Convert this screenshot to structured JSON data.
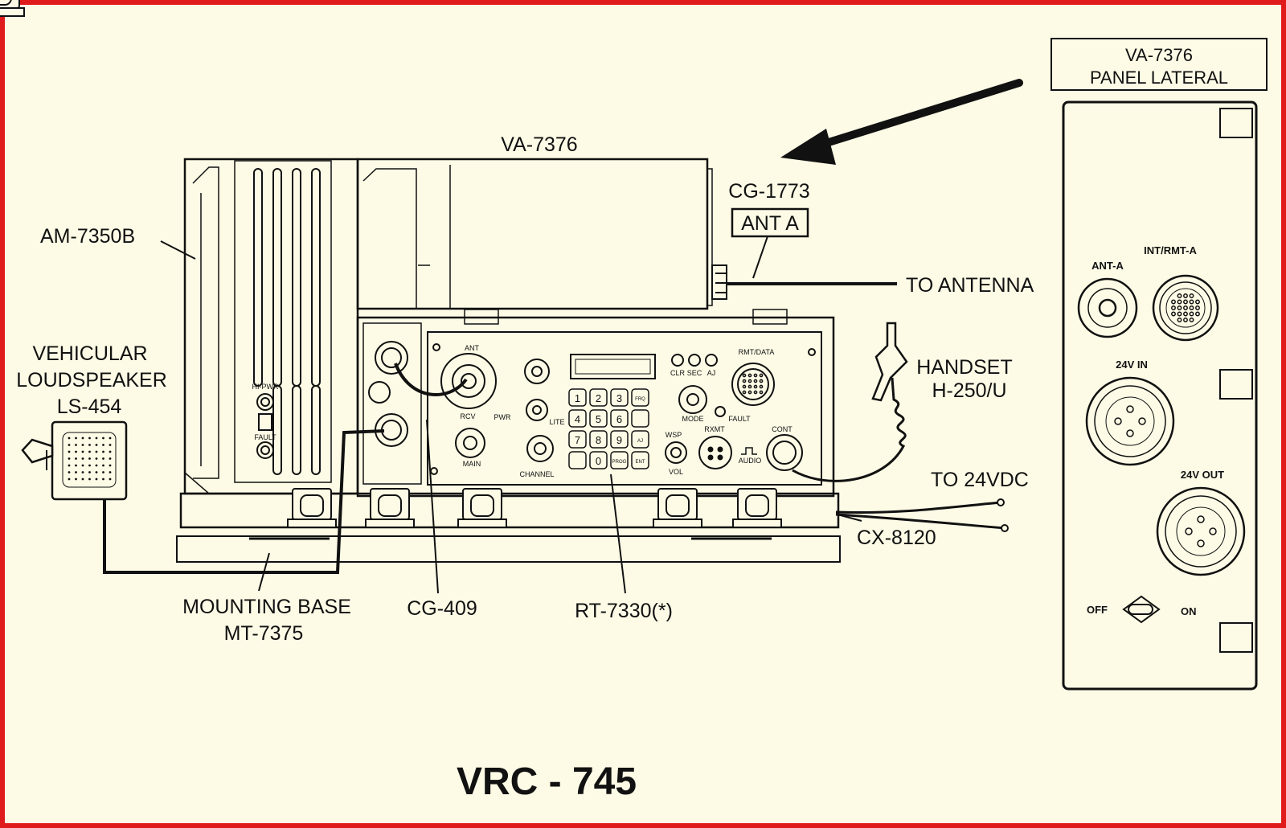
{
  "title": "VRC - 745",
  "colors": {
    "border": "#e01b1b",
    "paper": "#fdfbe6",
    "ink": "#111111"
  },
  "labels": {
    "va_top": "VA-7376",
    "cg1773": "CG-1773",
    "ant_a_box": "ANT A",
    "am7350b": "AM-7350B",
    "to_antenna": "TO ANTENNA",
    "vehicular": "VEHICULAR",
    "loudspeaker": "LOUDSPEAKER",
    "ls454": "LS-454",
    "handset": "HANDSET",
    "h250u": "H-250/U",
    "to24vdc": "TO 24VDC",
    "cx8120": "CX-8120",
    "mounting_base": "MOUNTING BASE",
    "mt7375": "MT-7375",
    "cg409": "CG-409",
    "rt7330": "RT-7330(*)"
  },
  "side_panel": {
    "title_line1": "VA-7376",
    "title_line2": "PANEL LATERAL",
    "ant_a": "ANT-A",
    "int_rmt_a": "INT/RMT-A",
    "in_24v": "24V IN",
    "out_24v": "24V OUT",
    "off": "OFF",
    "on": "ON"
  },
  "radio_panel": {
    "ant": "ANT",
    "rmt_data": "RMT/DATA",
    "clr": "CLR",
    "sec": "SEC",
    "aj": "AJ",
    "mode": "MODE",
    "fault": "FAULT",
    "rcv": "RCV",
    "main": "MAIN",
    "channel": "CHANNEL",
    "wsp": "WSP",
    "vol": "VOL",
    "rxmt": "RXMT",
    "audio": "AUDIO",
    "cont": "CONT",
    "pwr": "PWR",
    "lite": "LITE",
    "hi_pwr": "HI-PWR",
    "fault_amp": "FAULT",
    "keys": [
      "1",
      "2",
      "3",
      "FRQ",
      "4",
      "5",
      "6",
      "",
      "7",
      "8",
      "9",
      "AJ",
      "",
      "0",
      "PROG",
      "ENT"
    ]
  }
}
